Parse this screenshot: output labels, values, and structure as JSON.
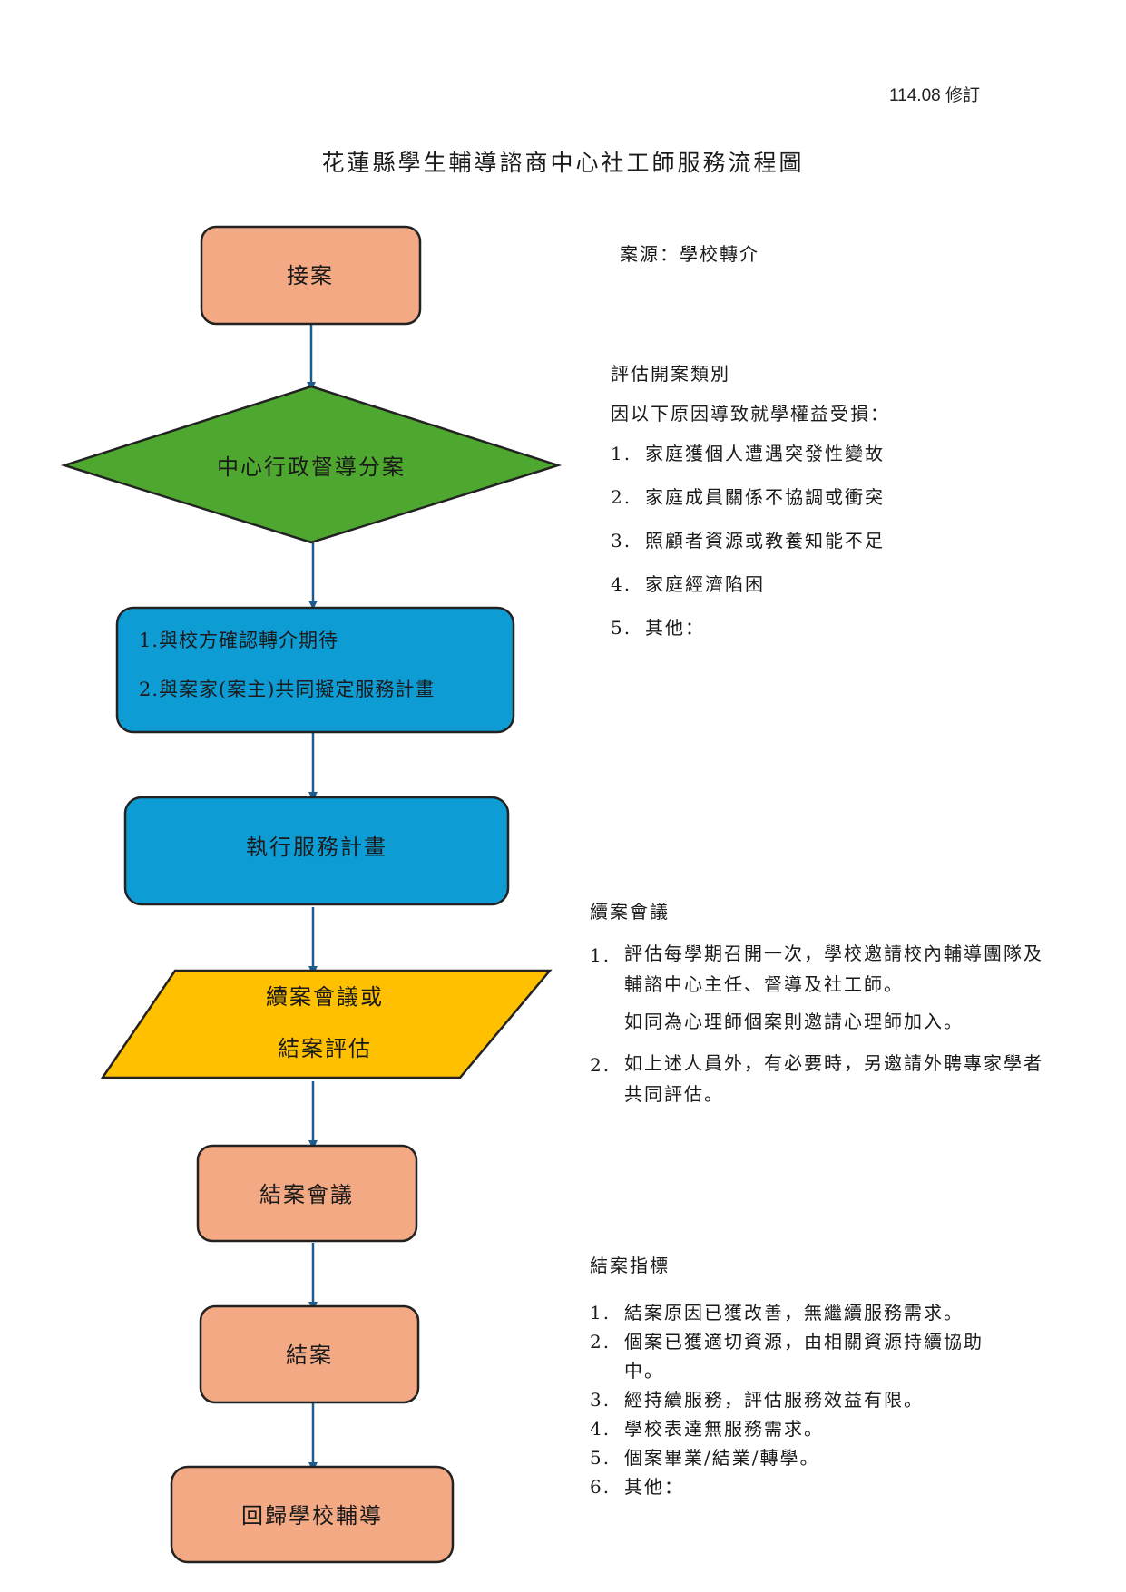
{
  "header": {
    "revision": "114.08  修訂",
    "title": "花蓮縣學生輔導諮商中心社工師服務流程圖"
  },
  "flow": {
    "intake": "接案",
    "assign": "中心行政督導分案",
    "plan_line1": "1.與校方確認轉介期待",
    "plan_line2": "2.與案家(案主)共同擬定服務計畫",
    "execute": "執行服務計畫",
    "review_line1": "續案會議或",
    "review_line2": "結案評估",
    "closing_meeting": "結案會議",
    "close": "結案",
    "return": "回歸學校輔導"
  },
  "notes": {
    "source": "案源：學校轉介",
    "category_title": "評估開案類別",
    "category_intro": "因以下原因導致就學權益受損：",
    "categories": [
      {
        "num": "1.",
        "text": "家庭獲個人遭遇突發性變故"
      },
      {
        "num": "2.",
        "text": "家庭成員關係不協調或衝突"
      },
      {
        "num": "3.",
        "text": "照顧者資源或教養知能不足"
      },
      {
        "num": "4.",
        "text": "家庭經濟陷困"
      },
      {
        "num": "5.",
        "text": "其他："
      }
    ],
    "meeting_title": "續案會議",
    "meeting_item1_num": "1.",
    "meeting_item1": "評估每學期召開一次，學校邀請校內輔導團隊及輔諮中心主任、督導及社工師。",
    "meeting_item1_extra": "如同為心理師個案則邀請心理師加入。",
    "meeting_item2_num": "2.",
    "meeting_item2": "如上述人員外，有必要時，另邀請外聘專家學者共同評估。",
    "closing_title": "結案指標",
    "closing_items": [
      {
        "num": "1.",
        "text": "結案原因已獲改善，無繼續服務需求。"
      },
      {
        "num": "2.",
        "text": "個案已獲適切資源，由相關資源持續協助中。"
      },
      {
        "num": "3.",
        "text": "經持續服務，評估服務效益有限。"
      },
      {
        "num": "4.",
        "text": "學校表達無服務需求。"
      },
      {
        "num": "5.",
        "text": "個案畢業/結業/轉學。"
      },
      {
        "num": "6.",
        "text": "其他："
      }
    ]
  },
  "colors": {
    "salmon": "#F2A984",
    "green": "#4EA72E",
    "blue": "#0E9CD5",
    "gold": "#FFC000",
    "arrow": "#1F5C8C",
    "stroke": "#222222"
  }
}
